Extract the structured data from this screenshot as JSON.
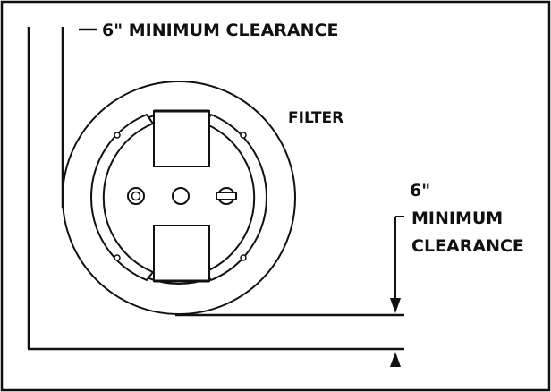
{
  "labels": {
    "top_clearance": "6\" MINIMUM CLEARANCE",
    "filter": "FILTER",
    "side_clearance_line1": "6\"",
    "side_clearance_line2": "MINIMUM",
    "side_clearance_line3": "CLEARANCE"
  },
  "colors": {
    "ink": "#111111",
    "background": "#ffffff"
  }
}
